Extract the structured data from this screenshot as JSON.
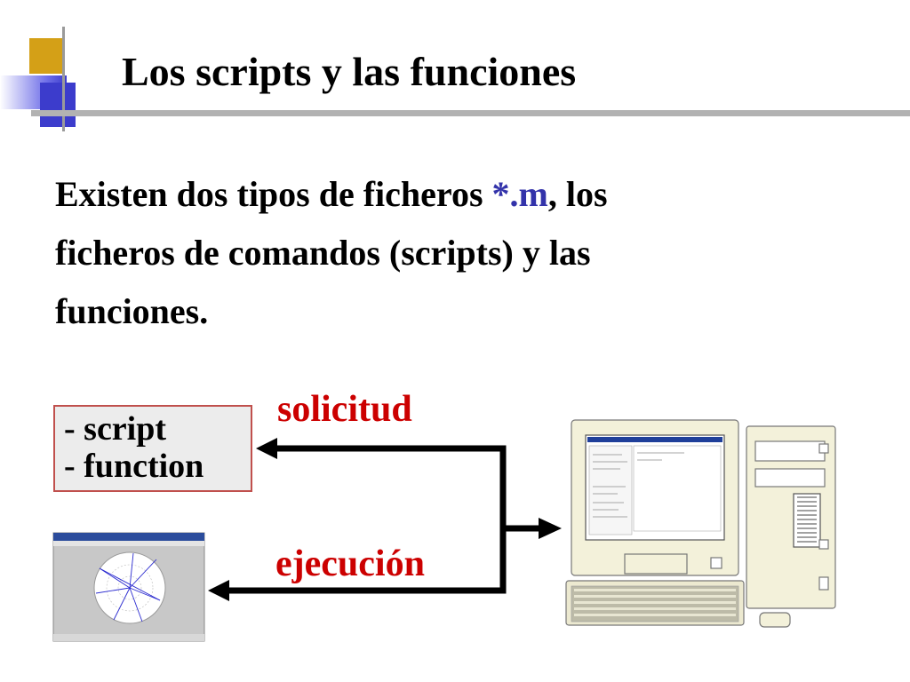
{
  "slide": {
    "title": "Los scripts y las funciones",
    "body": {
      "part1": "Existen dos tipos de ficheros ",
      "highlight": "*.m",
      "line1_end": ", los",
      "line2": "ficheros de comandos (scripts) y las",
      "line3": "funciones."
    },
    "file_types": [
      "- script",
      "- function"
    ],
    "arrow_labels": {
      "request": "solicitud",
      "execution": "ejecución"
    },
    "colors": {
      "title_rule": "#b2b2b2",
      "highlight": "#3333aa",
      "label_red": "#cc0000",
      "box_border": "#c0504d",
      "deco_gold": "#d4a017",
      "deco_blue": "#3c3ccc"
    }
  }
}
